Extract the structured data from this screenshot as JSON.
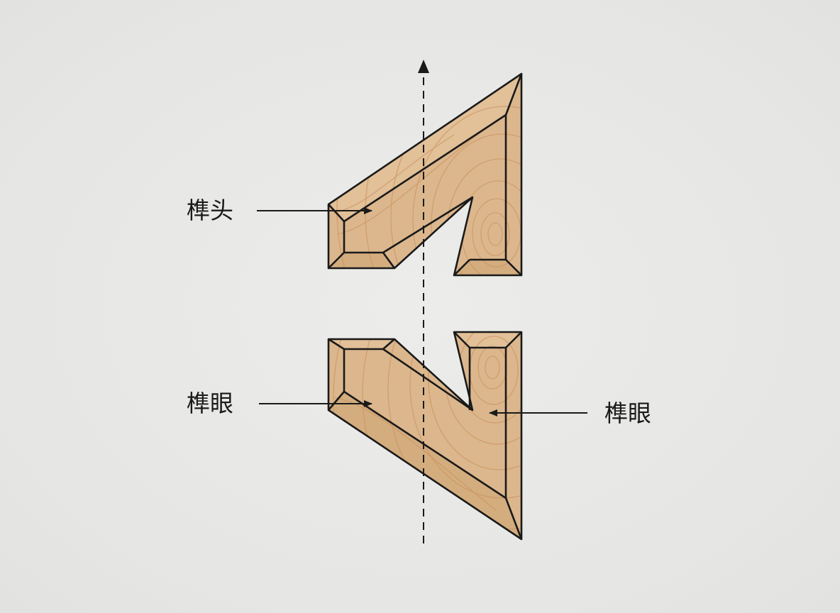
{
  "labels": {
    "tenon_head": "榫头",
    "mortise_left": "榫眼",
    "mortise_right": "榫眼"
  },
  "colors": {
    "wood": "#d9b48a",
    "grain": "#c9915c",
    "outline": "#1a1a1a",
    "background": "#e8e8e6"
  },
  "icons": {
    "axis": "dashed-axis-arrow-up",
    "pointer": "arrow-right"
  }
}
